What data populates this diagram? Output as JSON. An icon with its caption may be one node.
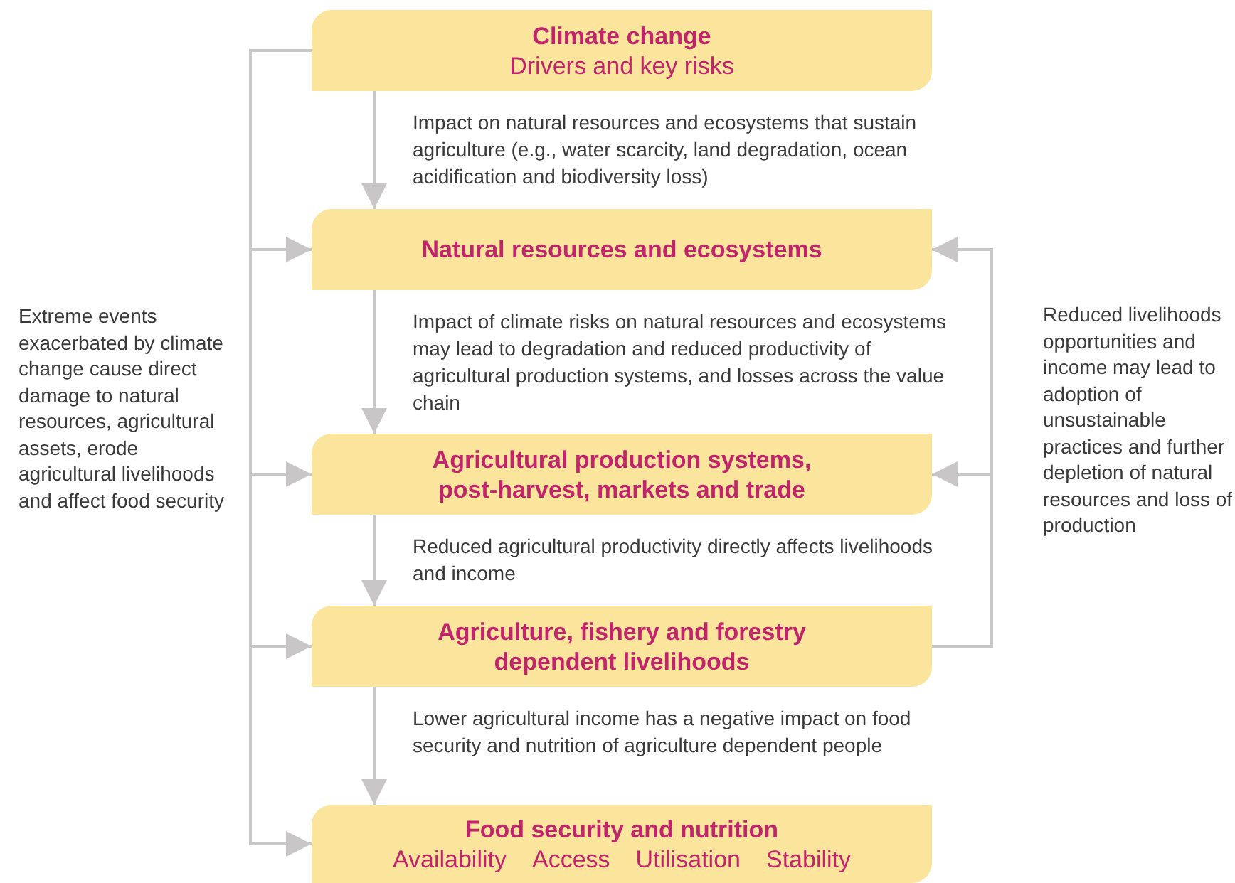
{
  "diagram": {
    "nodes": [
      {
        "text": [
          "Climate change",
          "Drivers and key risks"
        ]
      },
      {
        "text": [
          "Natural resources and ecosystems"
        ]
      },
      {
        "text": [
          "Agricultural production systems, post-harvest, markets and trade"
        ]
      },
      {
        "text": [
          "Agriculture, fishery and forestry dependent livelihoods"
        ]
      },
      {
        "text": [
          "Food security and nutrition",
          "Availability",
          "Access",
          "Utilisation",
          "Stability"
        ]
      }
    ],
    "edges": [
      {
        "from": 0,
        "to": 1,
        "arrow": "to",
        "label": "Impact on natural resources and ecosystems that sustain agriculture (e.g., water scarcity, land degradation, ocean acidification and biodiversity loss)"
      },
      {
        "from": 1,
        "to": 2,
        "arrow": "to",
        "label": "Impact of climate risks on natural resources and ecosystems may lead to degradation and reduced productivity of agricultural production systems, and losses across the value chain"
      },
      {
        "from": 2,
        "to": 3,
        "arrow": "to",
        "label": "Reduced agricultural productivity directly affects livelihoods and income"
      },
      {
        "from": 3,
        "to": 4,
        "arrow": "to",
        "label": "Lower agricultural income has a negative impact on food security and nutrition of agriculture dependent people"
      },
      {
        "from": 0,
        "to": 1,
        "arrow": "to"
      },
      {
        "from": 0,
        "to": 2,
        "arrow": "to"
      },
      {
        "from": 0,
        "to": 3,
        "arrow": "to"
      },
      {
        "from": 0,
        "to": 4,
        "arrow": "to"
      },
      {
        "from": 3,
        "to": 1,
        "arrow": "to"
      },
      {
        "from": 3,
        "to": 2,
        "arrow": "to"
      }
    ],
    "labels": [
      "Extreme events exacerbated by climate change cause direct damage to natural resources, agricultural assets, erode agricultural livelihoods and affect food security",
      "Reduced livelihoods opportunities and income may lead to adoption of unsustainable practices and further depletion of natural resources and loss of production"
    ]
  }
}
